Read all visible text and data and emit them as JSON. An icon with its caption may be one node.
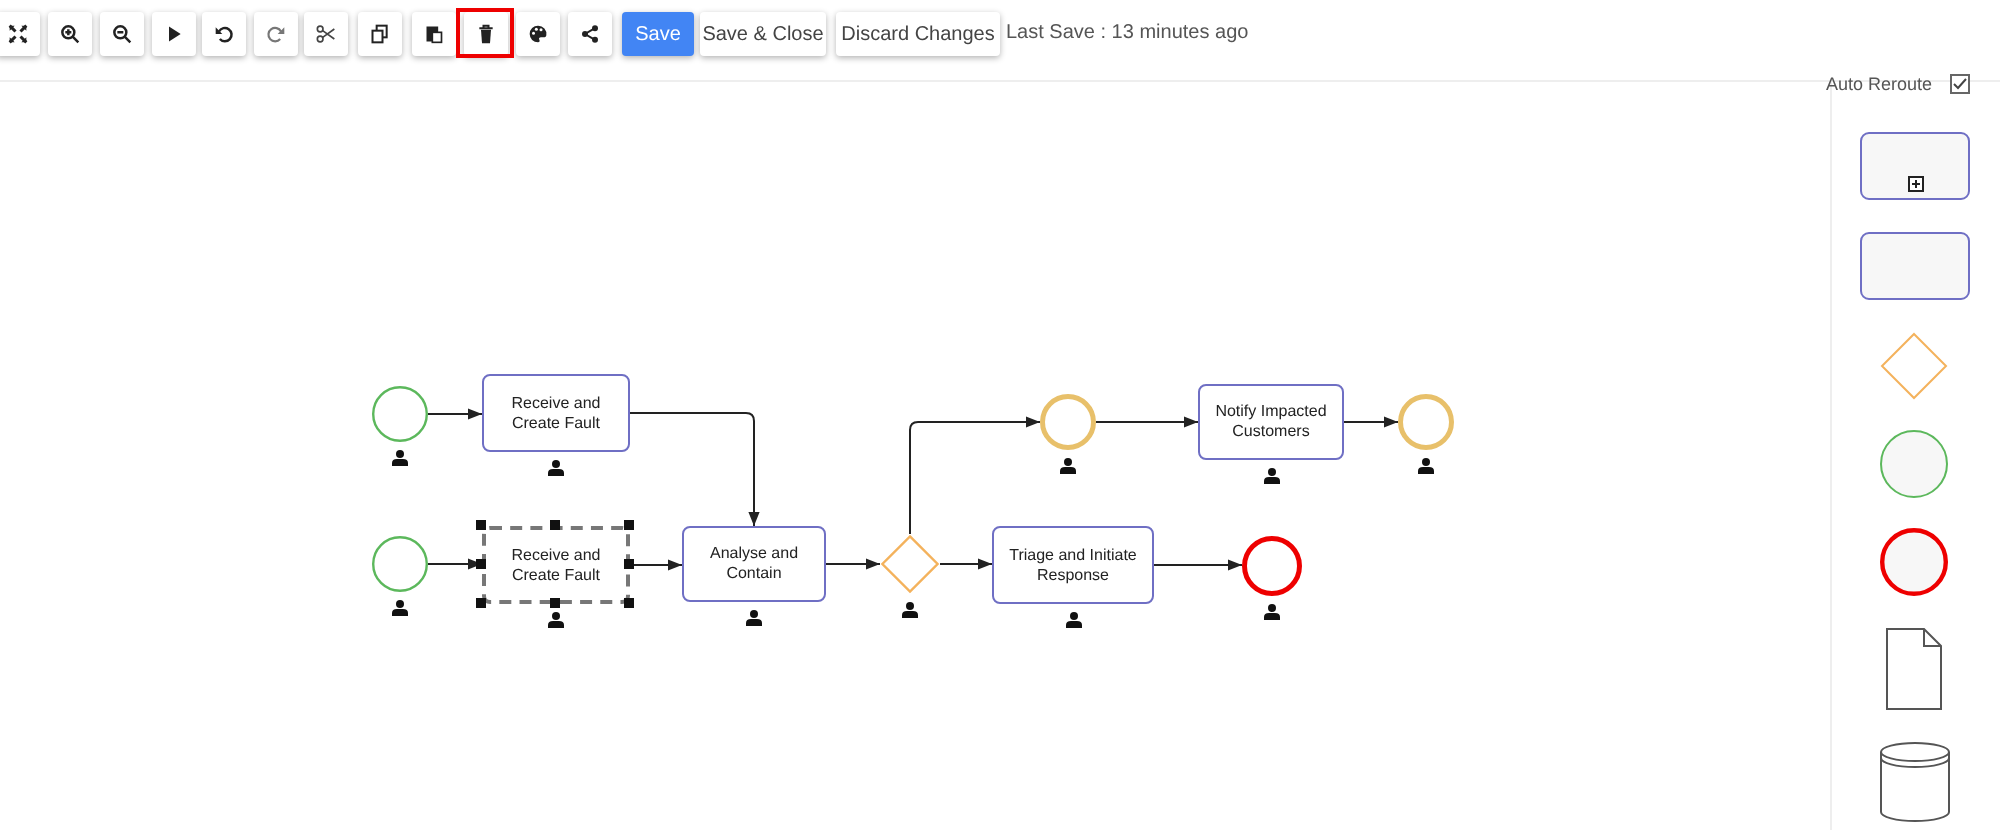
{
  "diagram": {
    "nodes": [
      {
        "text": [],
        "shape": "circle"
      },
      {
        "text": [
          "Receive and Create Fault"
        ]
      },
      {
        "text": [],
        "shape": "circle"
      },
      {
        "text": [
          "Receive and Create Fault"
        ]
      },
      {
        "text": [
          "Analyse and Contain"
        ]
      },
      {
        "text": [],
        "shape": "diamond"
      },
      {
        "text": [],
        "shape": "circle"
      },
      {
        "text": [
          "Notify Impacted Customers"
        ]
      },
      {
        "text": [],
        "shape": "circle"
      },
      {
        "text": [
          "Triage and Initiate Response"
        ]
      },
      {
        "text": [],
        "shape": "circle"
      },
      {
        "text": [],
        "shape": "box"
      },
      {
        "text": [],
        "shape": "box"
      },
      {
        "text": [],
        "shape": "diamond"
      },
      {
        "text": [],
        "shape": "circle"
      },
      {
        "text": [],
        "shape": "circle"
      },
      {
        "text": [],
        "shape": "document"
      },
      {
        "text": [],
        "shape": "cylinder"
      }
    ],
    "edges": [
      {
        "from": 0,
        "to": 1,
        "arrow": "to"
      },
      {
        "from": 1,
        "to": 4,
        "arrow": "to"
      },
      {
        "from": 2,
        "to": 3,
        "arrow": "to"
      },
      {
        "from": 3,
        "to": 4,
        "arrow": "to"
      },
      {
        "from": 4,
        "to": 5,
        "arrow": "to"
      },
      {
        "from": 5,
        "to": 6,
        "arrow": "to"
      },
      {
        "from": 6,
        "to": 7,
        "arrow": "to"
      },
      {
        "from": 7,
        "to": 8,
        "arrow": "to"
      },
      {
        "from": 5,
        "to": 9,
        "arrow": "to"
      },
      {
        "from": 9,
        "to": 10,
        "arrow": "to"
      }
    ],
    "labels": [
      "Save",
      "Save & Close",
      "Discard Changes",
      "Last Save : 13 minutes ago",
      "Auto Reroute"
    ]
  }
}
